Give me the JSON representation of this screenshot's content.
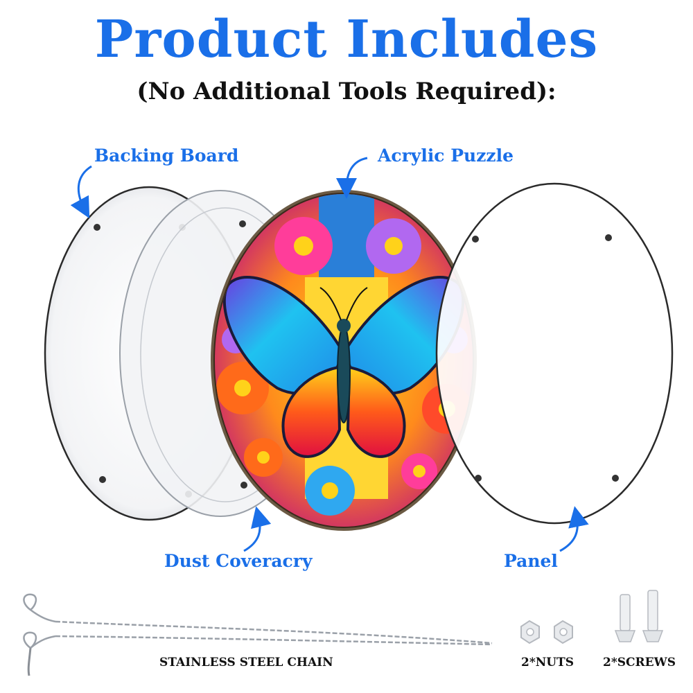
{
  "header": {
    "title": "Product Includes",
    "subtitle": "(No Additional Tools Required):"
  },
  "parts": {
    "backing_board": "Backing Board",
    "acrylic_puzzle": "Acrylic Puzzle",
    "dust_cover": "Dust Coveracry",
    "panel": "Panel"
  },
  "accessories": {
    "chain": "STAINLESS STEEL CHAIN",
    "nuts": "2*NUTS",
    "screws": "2*SCREWS"
  },
  "colors": {
    "accent": "#1a6fe8",
    "text": "#111111"
  }
}
